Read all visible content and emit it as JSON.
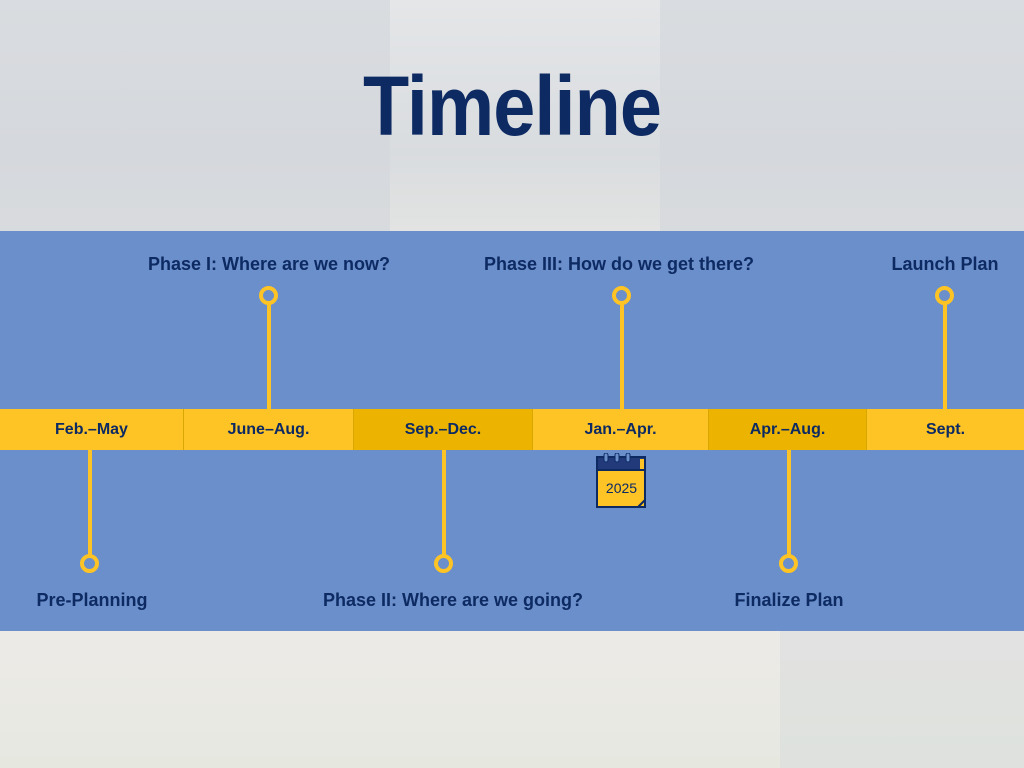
{
  "title": "Timeline",
  "periods": [
    "Feb.–May",
    "June–Aug.",
    "Sep.–Dec.",
    "Jan.–Apr.",
    "Apr.–Aug.",
    "Sept."
  ],
  "milestones_above": [
    "Phase I: Where are we now?",
    "Phase III: How do we get there?",
    "Launch Plan"
  ],
  "milestones_below": [
    "Pre-Planning",
    "Phase II: Where are we going?",
    "Finalize Plan"
  ],
  "calendar_year": "2025",
  "colors": {
    "navy": "#0d2a63",
    "gold": "#fec324",
    "band": "#6b8fcb"
  }
}
